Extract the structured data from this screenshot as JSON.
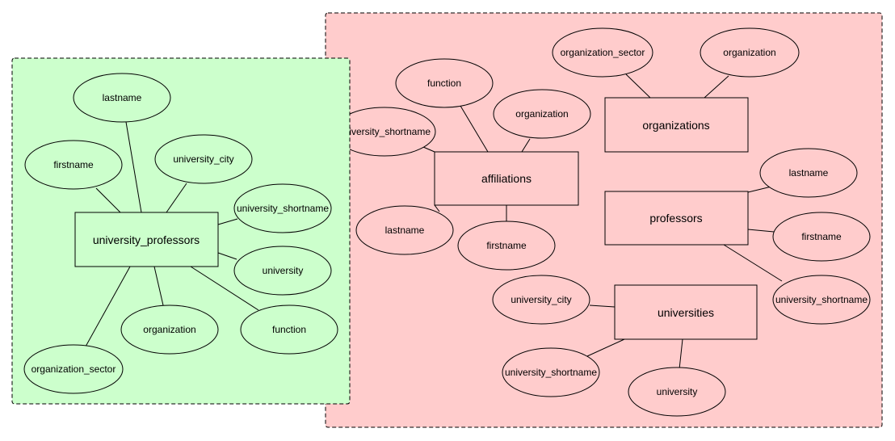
{
  "colors": {
    "left_panel": "#ccffcc",
    "right_panel": "#ffcccc",
    "stroke": "#000000"
  },
  "left": {
    "entity": "university_professors",
    "attributes": [
      "lastname",
      "firstname",
      "university_city",
      "university_shortname",
      "university",
      "organization",
      "function",
      "organization_sector"
    ]
  },
  "right": {
    "affiliations": {
      "entity": "affiliations",
      "attributes": [
        "function",
        "organization",
        "university_shortname",
        "lastname",
        "firstname"
      ]
    },
    "organizations": {
      "entity": "organizations",
      "attributes": [
        "organization_sector",
        "organization"
      ]
    },
    "professors": {
      "entity": "professors",
      "attributes": [
        "lastname",
        "firstname",
        "university_shortname"
      ]
    },
    "universities": {
      "entity": "universities",
      "attributes": [
        "university_city",
        "university_shortname",
        "university"
      ]
    }
  }
}
